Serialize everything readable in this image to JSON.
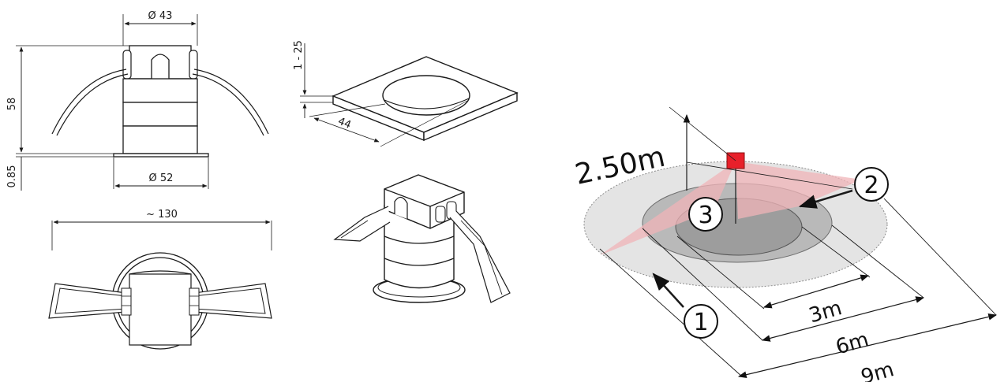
{
  "sensor_drawings": {
    "side_view": {
      "top_diameter": "Ø 43",
      "height": "58",
      "flange_thickness": "0.85",
      "flange_diameter": "Ø 52"
    },
    "bottom_view": {
      "overall_width": "~ 130"
    },
    "mounting_plate": {
      "thickness_range": "1 - 25",
      "hole_size": "44"
    }
  },
  "detection_diagram": {
    "mounting_height": "2.50m",
    "markers": [
      "1",
      "2",
      "3"
    ],
    "ranges": [
      "3m",
      "6m",
      "9m"
    ],
    "colors": {
      "sensor": "#e8202a",
      "beam": "#f0b4b8",
      "zone_outer": "#e4e4e4",
      "zone_middle": "#b9b9b9",
      "zone_inner": "#9d9d9d"
    }
  }
}
